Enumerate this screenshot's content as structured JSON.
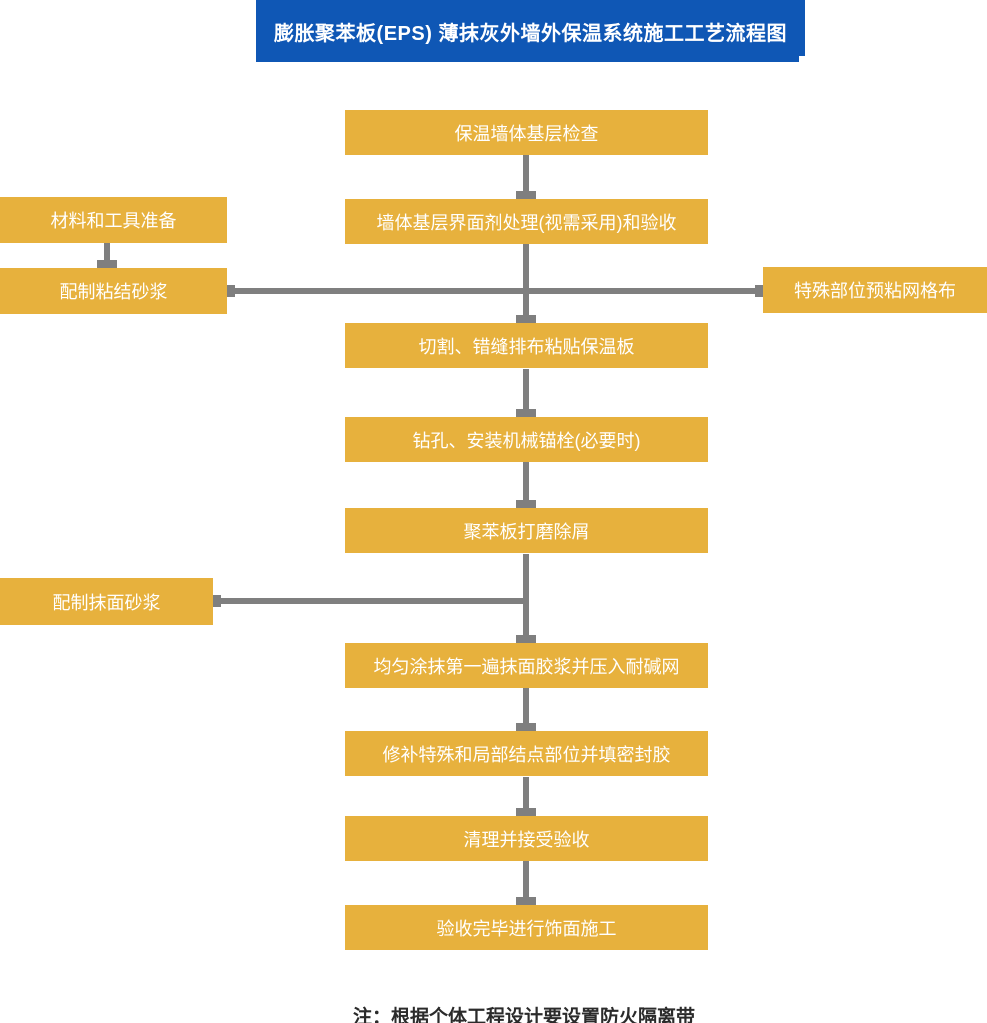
{
  "title": "膨胀聚苯板(EPS) 薄抹灰外墙外保温系统施工工艺流程图",
  "main_flow": [
    "保温墙体基层检查",
    "墙体基层界面剂处理(视需采用)和验收",
    "切割、错缝排布粘贴保温板",
    "钻孔、安装机械锚栓(必要时)",
    "聚苯板打磨除屑",
    "均匀涂抹第一遍抹面胶浆并压入耐碱网",
    "修补特殊和局部结点部位并填密封胶",
    "清理并接受验收",
    "验收完毕进行饰面施工"
  ],
  "side_left": [
    "材料和工具准备",
    "配制粘结砂浆",
    "配制抹面砂浆"
  ],
  "side_right": [
    "特殊部位预粘网格布"
  ],
  "edges_note": "材料和工具准备→配制粘结砂浆; 配制粘结砂浆—特殊部位预粘网格布 横线接主流程; 配制抹面砂浆 横线接主流程",
  "note": "注：根据个体工程设计要设置防火隔离带",
  "colors": {
    "banner_blue": "#0F57B5",
    "banner_blue_dark": "#0A3D8C",
    "box_orange": "#E7B13D",
    "connector_gray": "#7F7F7F",
    "note_color": "#2B2B2B"
  }
}
